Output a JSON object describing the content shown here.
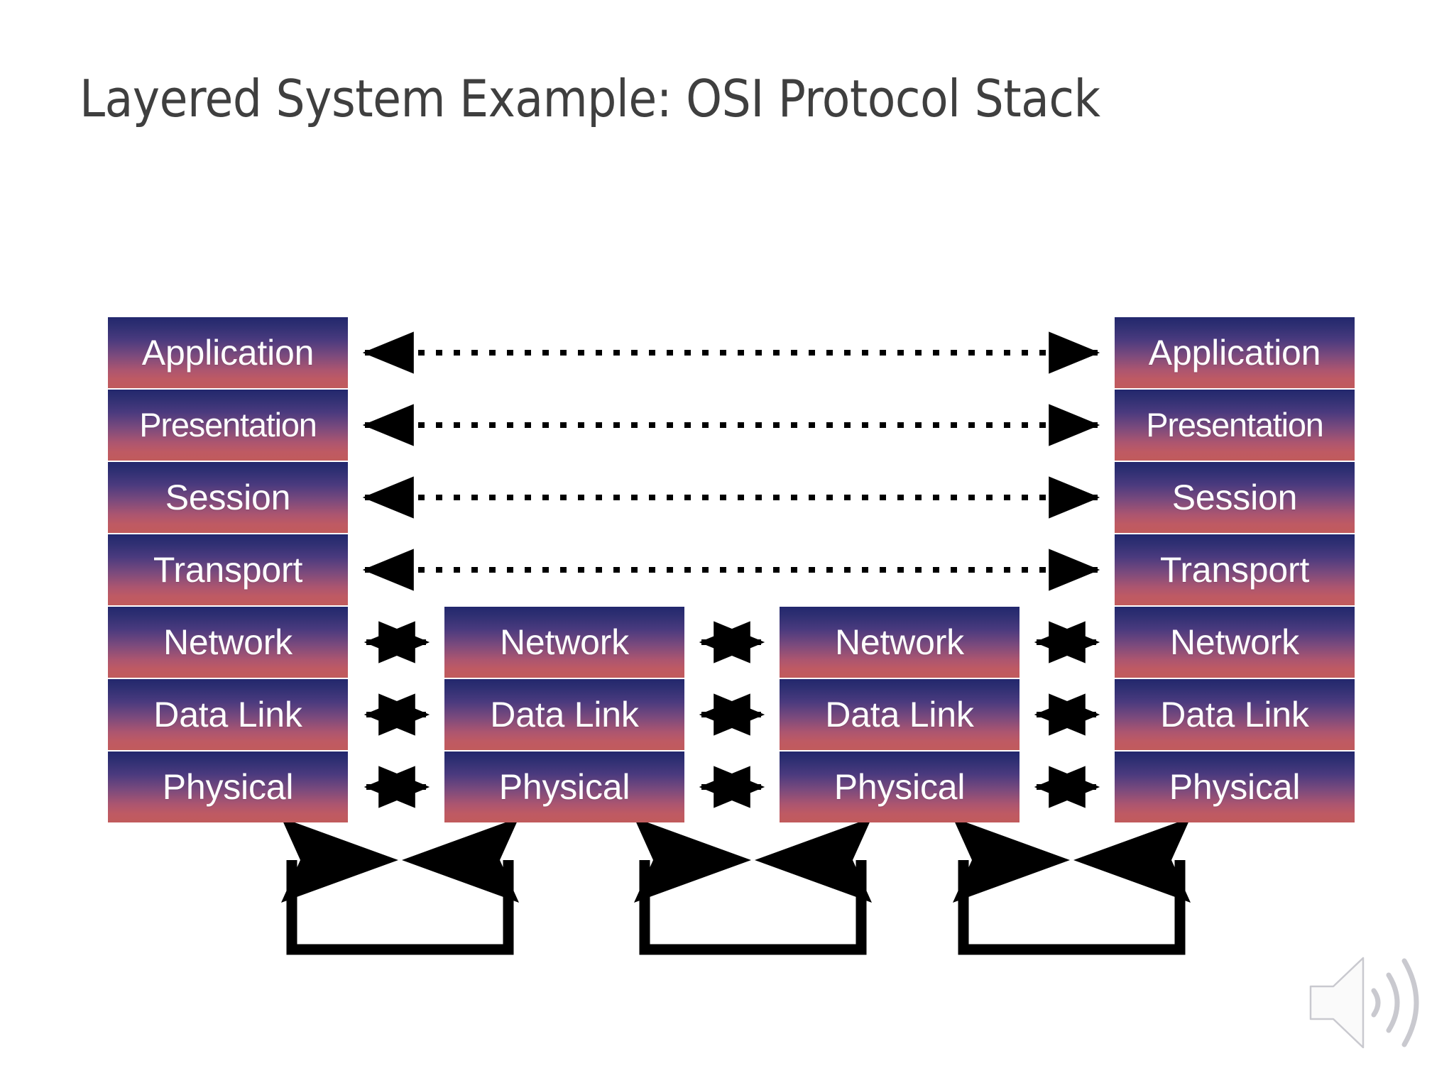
{
  "slide": {
    "title": "Layered System Example: OSI Protocol Stack",
    "background_color": "#ffffff",
    "title_color": "#3f3f3f"
  },
  "theme": {
    "box_gradient_top": "#22276d",
    "box_gradient_bottom": "#c05b5c",
    "box_label_color": "#fdfdfd",
    "arrow_color": "#000000",
    "speaker_icon_stroke": "#c9c9cf",
    "speaker_icon_fill": "#fafafa"
  },
  "diagram": {
    "type": "osi-protocol-stack",
    "stacks": [
      {
        "id": "host-left",
        "name": "left-end-system",
        "layers": [
          {
            "label": "Application"
          },
          {
            "label": "Presentation"
          },
          {
            "label": "Session"
          },
          {
            "label": "Transport"
          },
          {
            "label": "Network"
          },
          {
            "label": "Data Link"
          },
          {
            "label": "Physical"
          }
        ]
      },
      {
        "id": "router-1",
        "name": "intermediate-node-1",
        "layers": [
          {
            "label": "Network"
          },
          {
            "label": "Data Link"
          },
          {
            "label": "Physical"
          }
        ]
      },
      {
        "id": "router-2",
        "name": "intermediate-node-2",
        "layers": [
          {
            "label": "Network"
          },
          {
            "label": "Data Link"
          },
          {
            "label": "Physical"
          }
        ]
      },
      {
        "id": "host-right",
        "name": "right-end-system",
        "layers": [
          {
            "label": "Application"
          },
          {
            "label": "Presentation"
          },
          {
            "label": "Session"
          },
          {
            "label": "Transport"
          },
          {
            "label": "Network"
          },
          {
            "label": "Data Link"
          },
          {
            "label": "Physical"
          }
        ]
      }
    ],
    "peer_links": [
      {
        "layer": "Application",
        "from": "host-left",
        "to": "host-right",
        "style": "dotted-double-arrow"
      },
      {
        "layer": "Presentation",
        "from": "host-left",
        "to": "host-right",
        "style": "dotted-double-arrow"
      },
      {
        "layer": "Session",
        "from": "host-left",
        "to": "host-right",
        "style": "dotted-double-arrow"
      },
      {
        "layer": "Transport",
        "from": "host-left",
        "to": "host-right",
        "style": "dotted-double-arrow"
      },
      {
        "layer": "Network",
        "from": "host-left",
        "to": "router-1",
        "style": "dotted-double-arrow"
      },
      {
        "layer": "Network",
        "from": "router-1",
        "to": "router-2",
        "style": "dotted-double-arrow"
      },
      {
        "layer": "Network",
        "from": "router-2",
        "to": "host-right",
        "style": "dotted-double-arrow"
      },
      {
        "layer": "Data Link",
        "from": "host-left",
        "to": "router-1",
        "style": "dotted-double-arrow"
      },
      {
        "layer": "Data Link",
        "from": "router-1",
        "to": "router-2",
        "style": "dotted-double-arrow"
      },
      {
        "layer": "Data Link",
        "from": "router-2",
        "to": "host-right",
        "style": "dotted-double-arrow"
      },
      {
        "layer": "Physical",
        "from": "host-left",
        "to": "router-1",
        "style": "dotted-double-arrow"
      },
      {
        "layer": "Physical",
        "from": "router-1",
        "to": "router-2",
        "style": "dotted-double-arrow"
      },
      {
        "layer": "Physical",
        "from": "router-2",
        "to": "host-right",
        "style": "dotted-double-arrow"
      }
    ],
    "physical_media_links": [
      {
        "from": "host-left",
        "to": "router-1",
        "style": "solid-bracket-double-arrow"
      },
      {
        "from": "router-1",
        "to": "router-2",
        "style": "solid-bracket-double-arrow"
      },
      {
        "from": "router-2",
        "to": "host-right",
        "style": "solid-bracket-double-arrow"
      }
    ]
  },
  "media": {
    "speaker_icon": "speaker-audio-icon"
  }
}
